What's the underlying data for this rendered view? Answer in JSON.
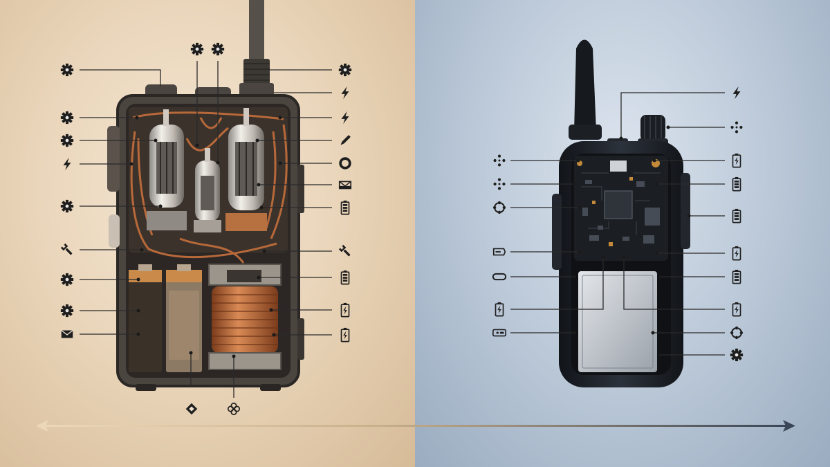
{
  "colors": {
    "vintage_bg": "#ead6bb",
    "modern_bg": "#b8c6d6",
    "copper": "#b8693a",
    "arrow_start": "#e9d2ad",
    "arrow_end": "#3a4658",
    "icon": "#1e1e1e"
  },
  "vintage_callouts": [
    {
      "side": "left",
      "icon": "gear-icon"
    },
    {
      "side": "left",
      "icon": "gear-icon"
    },
    {
      "side": "left",
      "icon": "gear-icon"
    },
    {
      "side": "left",
      "icon": "lightning-icon"
    },
    {
      "side": "left",
      "icon": "gear-icon"
    },
    {
      "side": "left",
      "icon": "wrench-icon"
    },
    {
      "side": "left",
      "icon": "gear-icon"
    },
    {
      "side": "left",
      "icon": "gear-icon"
    },
    {
      "side": "left",
      "icon": "envelope-icon"
    },
    {
      "side": "top",
      "icon": "gear-icon"
    },
    {
      "side": "top",
      "icon": "gear-icon"
    },
    {
      "side": "right",
      "icon": "gear-icon"
    },
    {
      "side": "right",
      "icon": "lightning-icon"
    },
    {
      "side": "right",
      "icon": "lightning-icon"
    },
    {
      "side": "right",
      "icon": "pen-icon"
    },
    {
      "side": "right",
      "icon": "ring-icon"
    },
    {
      "side": "right",
      "icon": "tray-icon"
    },
    {
      "side": "right",
      "icon": "battery-icon"
    },
    {
      "side": "right",
      "icon": "wrench-icon"
    },
    {
      "side": "right",
      "icon": "battery-icon"
    },
    {
      "side": "right",
      "icon": "battery-charging-icon"
    },
    {
      "side": "right",
      "icon": "battery-charging-icon"
    },
    {
      "side": "bottom",
      "icon": "diamond-icon"
    },
    {
      "side": "bottom",
      "icon": "flower-icon"
    }
  ],
  "modern_callouts": [
    {
      "side": "left",
      "icon": "dots-icon"
    },
    {
      "side": "left",
      "icon": "dots-icon"
    },
    {
      "side": "left",
      "icon": "dots-ring-icon"
    },
    {
      "side": "left",
      "icon": "connector-icon"
    },
    {
      "side": "left",
      "icon": "capsule-icon"
    },
    {
      "side": "left",
      "icon": "battery-charging-icon"
    },
    {
      "side": "left",
      "icon": "plug-icon"
    },
    {
      "side": "right",
      "icon": "lightning-icon"
    },
    {
      "side": "right",
      "icon": "dots-icon"
    },
    {
      "side": "right",
      "icon": "battery-charging-icon"
    },
    {
      "side": "right",
      "icon": "battery-icon"
    },
    {
      "side": "right",
      "icon": "battery-icon"
    },
    {
      "side": "right",
      "icon": "battery-charging-icon"
    },
    {
      "side": "right",
      "icon": "battery-icon"
    },
    {
      "side": "right",
      "icon": "battery-charging-icon"
    },
    {
      "side": "right",
      "icon": "dots-ring-icon"
    },
    {
      "side": "right",
      "icon": "gear-icon"
    }
  ],
  "timeline": {
    "direction": "vintage-to-modern"
  }
}
